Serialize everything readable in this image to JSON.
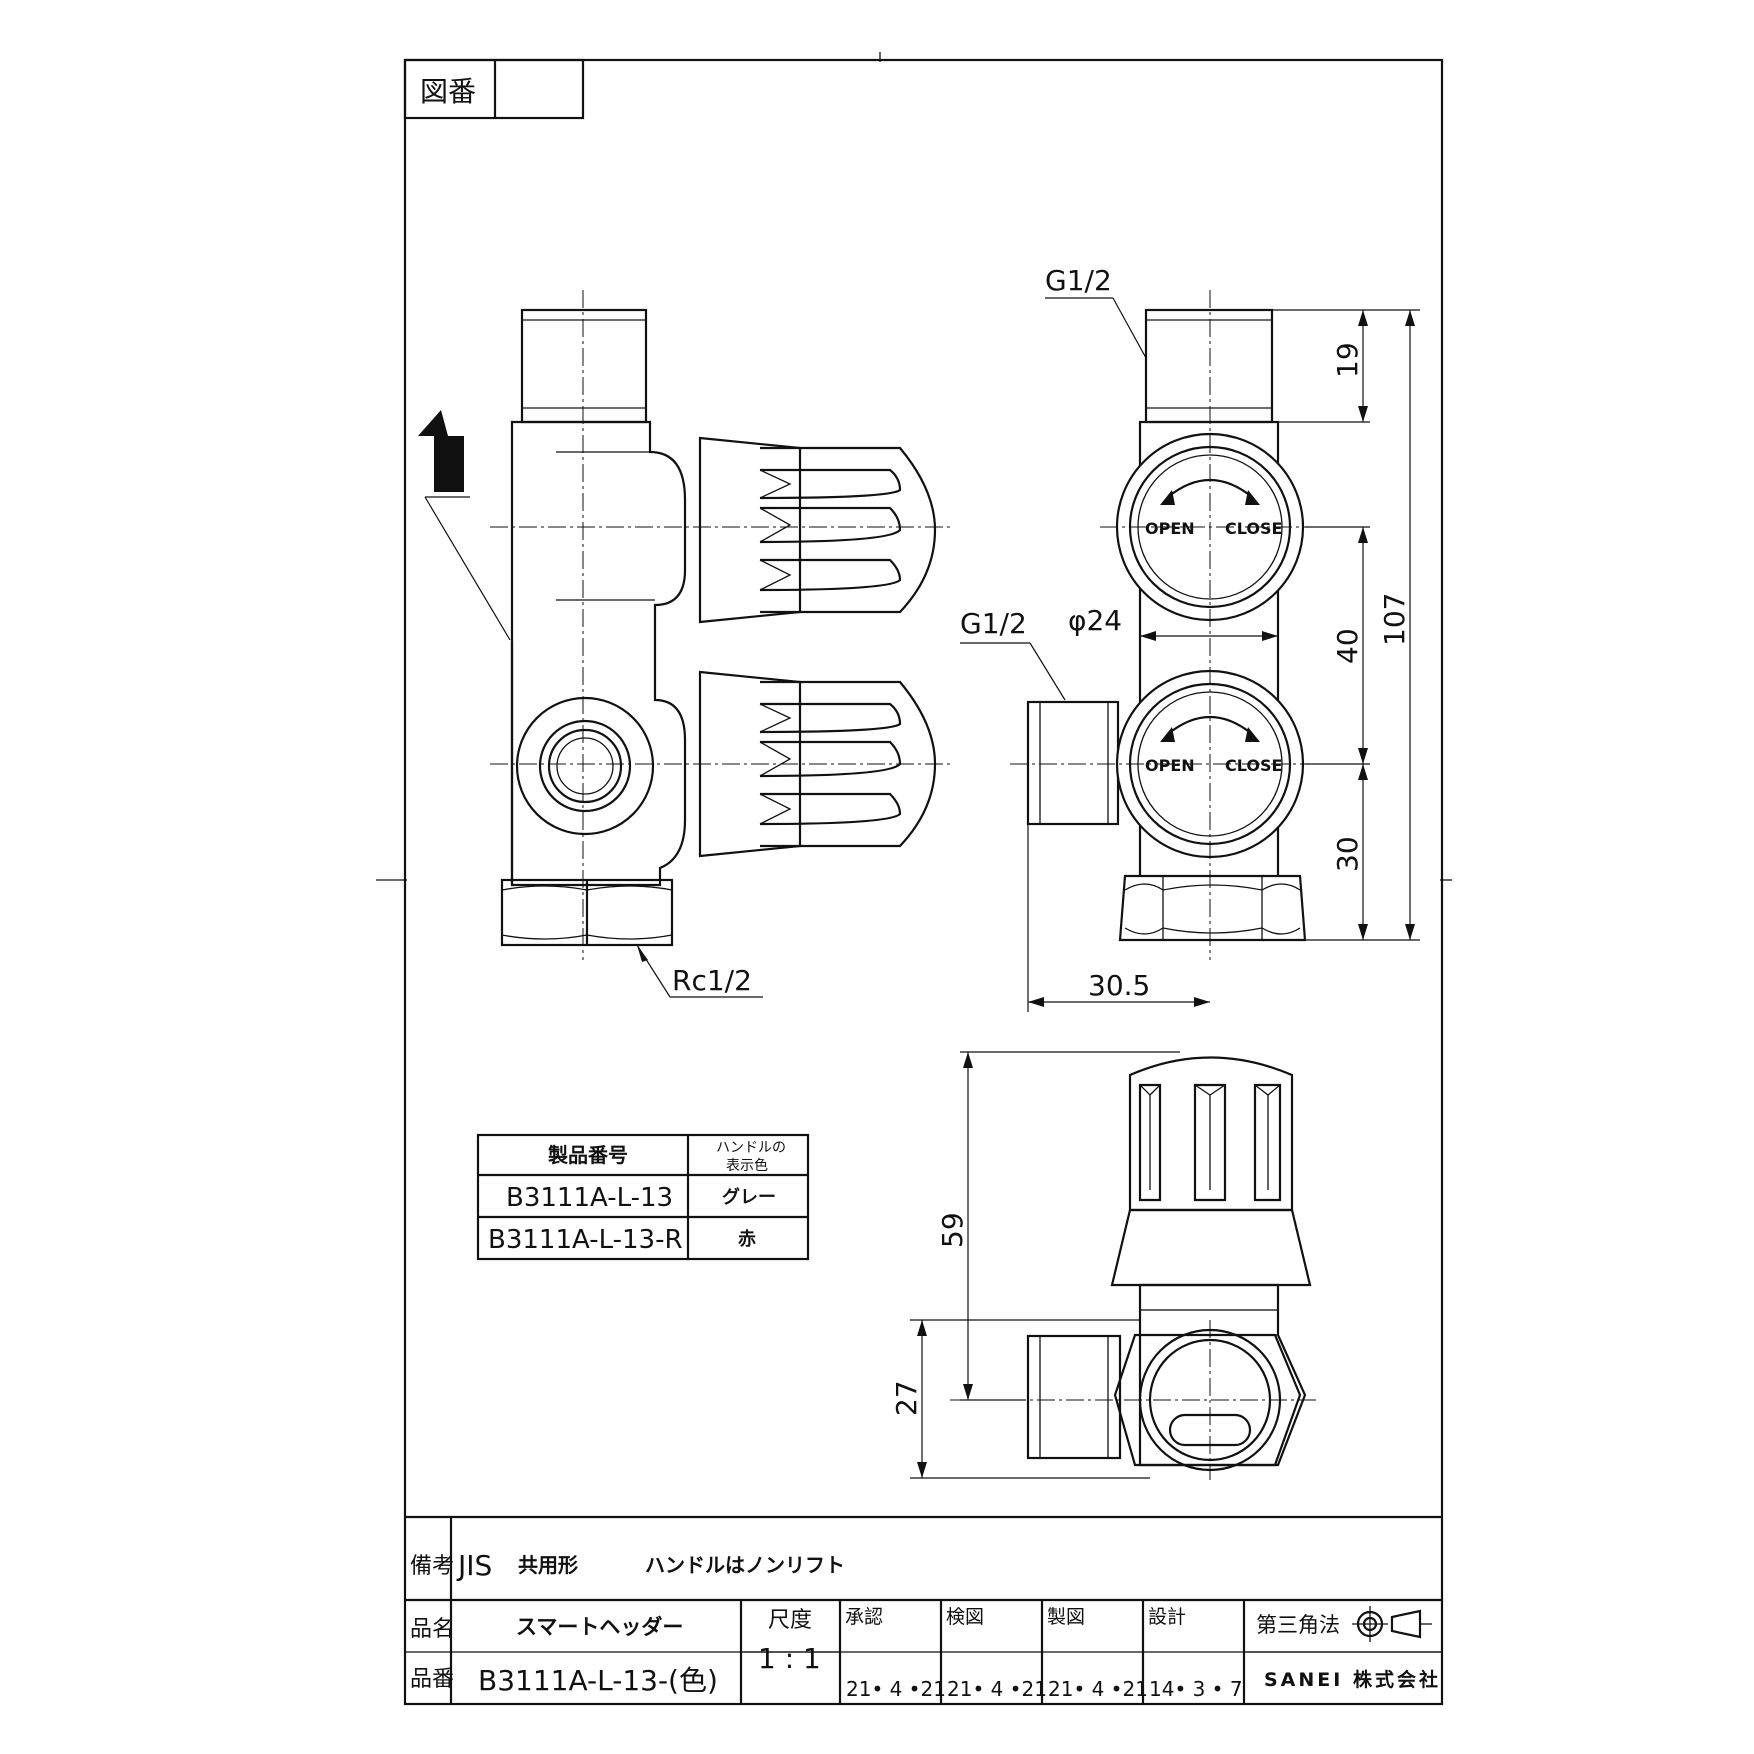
{
  "drawing_number_label": "図番",
  "drawing_number_value": "",
  "dimension_labels": {
    "g12_top": "G1/2",
    "g12_side": "G1/2",
    "phi24": "φ24",
    "rc12": "Rc1/2",
    "d19": "19",
    "d40": "40",
    "d107": "107",
    "d30": "30",
    "d30_5": "30.5",
    "d59": "59",
    "d27": "27"
  },
  "handle_labels": {
    "open": "OPEN",
    "close": "CLOSE"
  },
  "variant_table": {
    "col_product_no": "製品番号",
    "col_color_line1": "ハンドルの",
    "col_color_line2": "表示色",
    "rows": [
      {
        "product_no": "B3111A-L-13",
        "color": "グレー"
      },
      {
        "product_no": "B3111A-L-13-R",
        "color": "赤"
      }
    ]
  },
  "title_block": {
    "remarks_label": "備考",
    "remarks_jis": "JIS",
    "remarks_type": "共用形",
    "remarks_note": "ハンドルはノンリフト",
    "name_label": "品名",
    "name_value": "スマートヘッダー",
    "part_label": "品番",
    "part_value": "B3111A-L-13-(色)",
    "scale_label": "尺度",
    "scale_value": "1 : 1",
    "approve_label": "承認",
    "approve_date": "21• 4 •21",
    "check_label": "検図",
    "check_date": "21• 4 •21",
    "draw_label": "製図",
    "draw_date": "21• 4 •21",
    "design_label": "設計",
    "design_date": "14• 3 • 7",
    "projection_label": "第三角法",
    "company": "SANEI 株式会社"
  }
}
